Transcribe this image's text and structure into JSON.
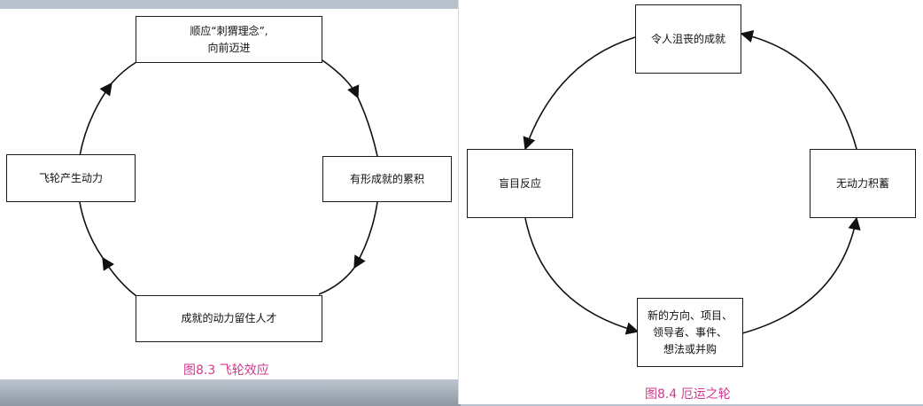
{
  "left": {
    "caption": "图8.3 飞轮效应",
    "boxes": {
      "top": "顺应“刺猬理念”,\n向前迈进",
      "right": "有形成就的累积",
      "bottom": "成就的动力留住人才",
      "left": "飞轮产生动力"
    }
  },
  "right": {
    "caption": "图8.4 厄运之轮",
    "boxes": {
      "top": "令人沮丧的成就",
      "left": "盲目反应",
      "right": "无动力积蓄",
      "bottom": "新的方向、项目、\n领导者、事件、\n想法或并购"
    }
  },
  "colors": {
    "caption": "#d2398e",
    "line": "#111111"
  }
}
